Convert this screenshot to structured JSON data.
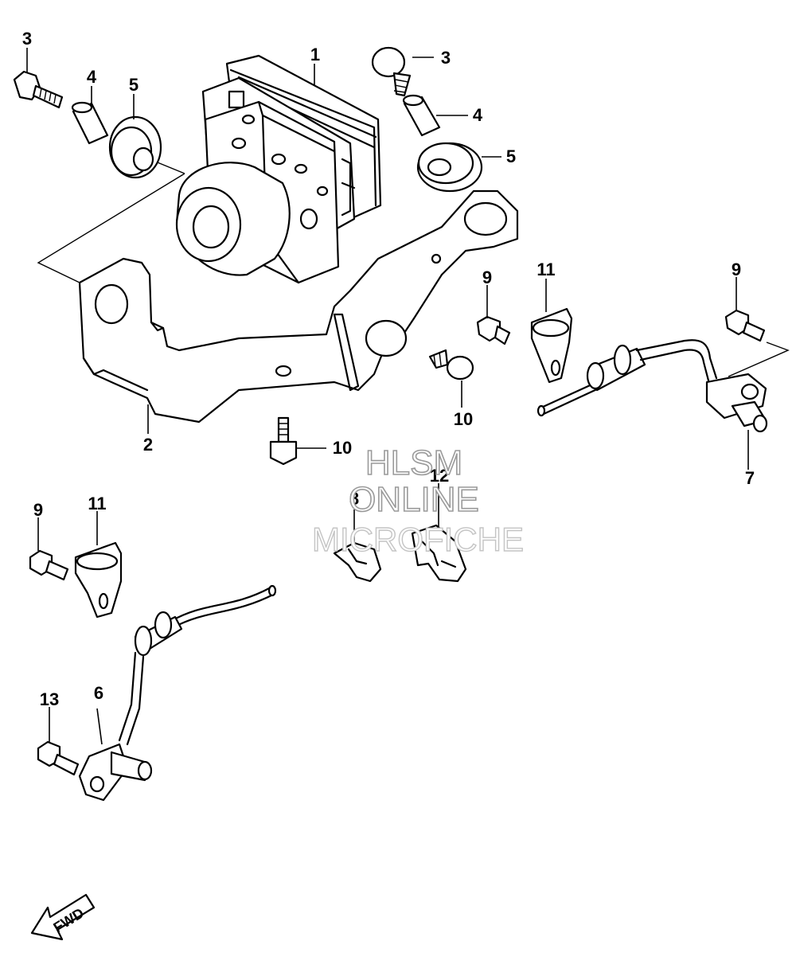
{
  "callouts": [
    {
      "id": "abs-unit",
      "label": "1"
    },
    {
      "id": "bracket",
      "label": "2"
    },
    {
      "id": "bolt-left",
      "label": "3"
    },
    {
      "id": "bolt-right",
      "label": "3"
    },
    {
      "id": "spacer-left",
      "label": "4"
    },
    {
      "id": "spacer-right",
      "label": "4"
    },
    {
      "id": "cushion-left",
      "label": "5"
    },
    {
      "id": "cushion-right",
      "label": "5"
    },
    {
      "id": "front-sensor",
      "label": "6"
    },
    {
      "id": "rear-sensor",
      "label": "7"
    },
    {
      "id": "clamp-8",
      "label": "8"
    },
    {
      "id": "bolt-9-mid",
      "label": "9"
    },
    {
      "id": "bolt-9-right",
      "label": "9"
    },
    {
      "id": "bolt-9-left",
      "label": "9"
    },
    {
      "id": "bolt-10-upper",
      "label": "10"
    },
    {
      "id": "bolt-10-lower",
      "label": "10"
    },
    {
      "id": "clamp-11-mid",
      "label": "11"
    },
    {
      "id": "clamp-11-left",
      "label": "11"
    },
    {
      "id": "clamp-12",
      "label": "12"
    },
    {
      "id": "bolt-13",
      "label": "13"
    }
  ],
  "watermark": {
    "line1": "HLSM",
    "line2": "ONLINE",
    "line3": "MICROFICHE"
  },
  "direction": {
    "label": "FWD"
  },
  "icons": [
    "abs-unit-icon",
    "bracket-icon",
    "bolt-icon",
    "spacer-icon",
    "cushion-icon",
    "wheel-speed-sensor-icon",
    "clamp-icon",
    "fwd-arrow-icon"
  ]
}
